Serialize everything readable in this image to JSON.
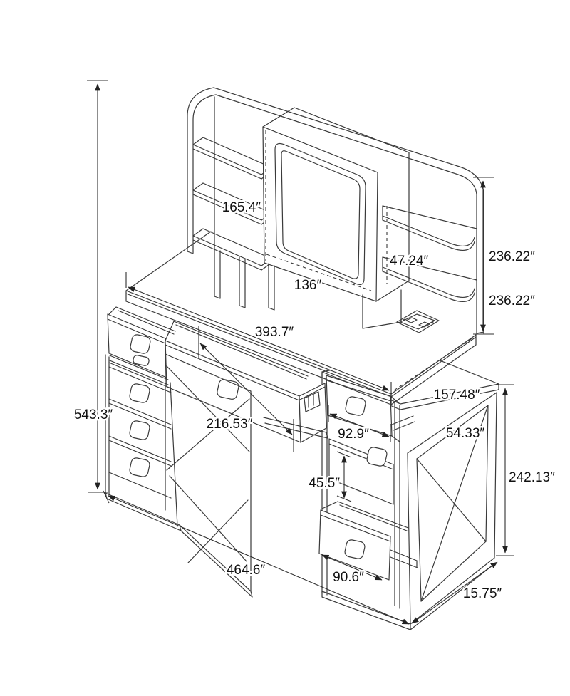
{
  "page": {
    "background": "#ffffff",
    "line_color": "#3a3a3a",
    "label_color": "#111111",
    "diagram_kind": "furniture dimension line drawing"
  },
  "labels": {
    "mirror_height": "165.4″",
    "mirror_width": "136″",
    "shelf_spacing": "47.24″",
    "hutch_height_upper": "236.22″",
    "hutch_height_lower": "236.22″",
    "desktop_width": "393.7″",
    "overall_height": "543.3″",
    "center_drawer_width": "216.53″",
    "side_drawer_width": "92.9″",
    "cabinet_top_depth": "157.48″",
    "cabinet_top_width": "54.33″",
    "cabinet_height": "242.13″",
    "drawer_front_height": "45.5″",
    "open_drawer_width": "90.6″",
    "overall_width": "464.6″",
    "base_depth": "15.75″"
  }
}
